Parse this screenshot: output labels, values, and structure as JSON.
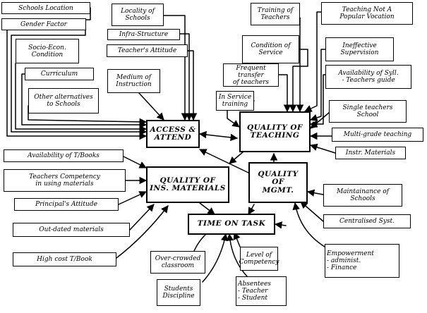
{
  "nodes": {
    "schools_location": "Schools Location",
    "gender_factor": "Gender Factor",
    "socio_econ": "Socio-Econ.\nCondition",
    "curriculum": "Curriculum",
    "other_alternatives": "Other alternatives\nto Schools",
    "locality_of_schools": "Locality of\nSchools",
    "infra_structure": "Infra-Structure",
    "teachers_attitude": "Teacher's Attitude",
    "medium_of_instruction": "Medium of\nInstruction",
    "access_attend": "ACCESS &\nATTEND",
    "training_of_teachers": "Training of\nTeachers",
    "teaching_not_popular": "Teaching Not A\nPopular Vocation",
    "condition_of_service": "Condition of\nService",
    "ineffective_supervision": "Ineffective\nSupervision",
    "frequent_transfer": "Frequent transfer\nof teachers",
    "availability_syll": "Availability of Syll.\n- Teachers guide",
    "in_service_training": "In Service\ntraining",
    "quality_of_teaching": "QUALITY OF\nTEACHING",
    "single_teachers_school": "Single teachers\nSchool",
    "multi_grade": "Multi-grade teaching",
    "instr_materials": "Instr. Materials",
    "availability_tbooks": "Availability of T/Books",
    "teachers_competency": "Teachers Competency\nin using materials",
    "quality_ins_materials": "QUALITY OF\nINS. MATERIALS",
    "quality_of_mgmt": "QUALITY OF\nMGMT.",
    "principals_attitude": "Principal's Attitude",
    "maintainance": "Maintainance of\nSchools",
    "out_dated_materials": "Out-dated materials",
    "centralised_syst": "Centralised Syst.",
    "time_on_task": "TIME ON TASK",
    "high_cost_tbook": "High cost T/Book",
    "over_crowded": "Over-crowded\nclassroom",
    "level_of_competency": "Level of\nCompetency",
    "students_discipline": "Students\nDiscipline",
    "absentees": "Absentees\n- Teacher\n- Student",
    "empowerment": "Empowerment\n- administ.\n- Finance"
  }
}
